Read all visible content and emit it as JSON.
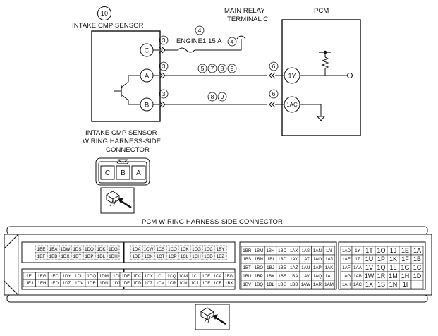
{
  "sensor": {
    "index": "10",
    "title": "INTAKE CMP SENSOR",
    "terminals": [
      "C",
      "A",
      "B"
    ],
    "terminal_ref": "3"
  },
  "main_relay": {
    "line1": "MAIN RELAY",
    "line2": "TERMINAL C"
  },
  "pcm": {
    "title": "PCM",
    "terminals": [
      "1Y",
      "1AC"
    ],
    "terminal_ref": "6"
  },
  "wires": {
    "fuse_ref": "4",
    "fuse_label": "ENGINE1 15 A",
    "fuse_ref_right": "4",
    "mid_refs_a": [
      "5",
      "7",
      "8",
      "9"
    ],
    "mid_refs_b": [
      "8",
      "9"
    ]
  },
  "sensor_connector": {
    "caption_lines": [
      "INTAKE CMP SENSOR",
      "WIRING HARNESS-SIDE",
      "CONNECTOR"
    ],
    "pins": [
      "C",
      "B",
      "A"
    ]
  },
  "pcm_connector": {
    "caption": "PCM WIRING HARNESS-SIDE CONNECTOR",
    "block1_top": [
      [
        "1EE",
        "1EA",
        "1DW",
        "1DS",
        "1DO",
        "1DK",
        "1DG"
      ],
      [
        "1EF",
        "1EB",
        "1DX",
        "1DT",
        "1DP",
        "1DL",
        "1DH"
      ]
    ],
    "block1_bottom": [
      [
        "1EI",
        "1EG",
        "1EC",
        "1DY",
        "1DU",
        "1DQ",
        "1DM",
        "1DI"
      ],
      [
        "1EJ",
        "1EH",
        "1ED",
        "1DZ",
        "1DV",
        "1DR",
        "1DN",
        "1DJ"
      ]
    ],
    "block2_top": [
      [
        "1DA",
        "1CW",
        "1CS",
        "1CO",
        "1CK",
        "1CG",
        "1CC",
        "1BY"
      ],
      [
        "1DB",
        "1CX",
        "1CT",
        "1CP",
        "1CL",
        "1CH",
        "1CD",
        "1BZ"
      ]
    ],
    "block2_bottom": [
      [
        "1DE",
        "1DC",
        "1CY",
        "1CU",
        "1CQ",
        "1CM",
        "1CI",
        "1CE",
        "1CA",
        "1BW"
      ],
      [
        "1DF",
        "1DD",
        "1CZ",
        "1CV",
        "1CR",
        "1CN",
        "1CJ",
        "1CF",
        "1CB",
        "1BX"
      ]
    ],
    "block3": [
      [
        "1BR",
        "1BM",
        "1BH",
        "1BC",
        "1AX",
        "1AS",
        "1AN",
        "1AI"
      ],
      [
        "1BS",
        "1BN",
        "1BI",
        "1BD",
        "1AY",
        "1AT",
        "1AO",
        "1AJ"
      ],
      [
        "1BT",
        "1BO",
        "1BJ",
        "1BE",
        "1AZ",
        "1AU",
        "1AP",
        "1AK"
      ],
      [
        "1BU",
        "1BP",
        "1BK",
        "1BF",
        "1BA",
        "1AV",
        "1AQ",
        "1AL"
      ],
      [
        "1BV",
        "1BQ",
        "1BL",
        "1BG",
        "1BB",
        "1AW",
        "1AR",
        "1AM"
      ]
    ],
    "block4": [
      [
        "1AD",
        "1Y",
        "1T",
        "1O",
        "1J",
        "1E",
        "1A"
      ],
      [
        "1AE",
        "1Z",
        "1U",
        "1P",
        "1K",
        "1F",
        "1B"
      ],
      [
        "1AF",
        "1AA",
        "1V",
        "1Q",
        "1L",
        "1G",
        "1C"
      ],
      [
        "1AG",
        "1AB",
        "1W",
        "1R",
        "1M",
        "1H",
        "1D"
      ],
      [
        "1AH",
        "1AC",
        "1X",
        "1S",
        "1N",
        "1I",
        ""
      ]
    ]
  }
}
